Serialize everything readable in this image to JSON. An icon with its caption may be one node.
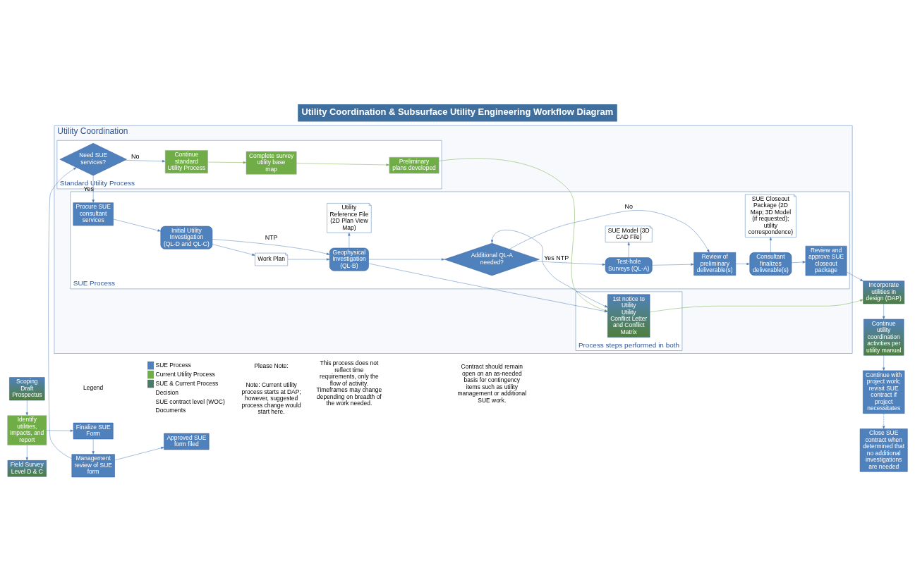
{
  "diagram": {
    "title": "Utility Coordination & Subsurface Utility Engineering Workflow Diagram",
    "nodes": [
      {
        "text": [
          "Scoping",
          "Draft Prospectus"
        ]
      },
      {
        "text": [
          "Identify utilities, impacts, and report"
        ]
      },
      {
        "text": [
          "Field Survey",
          "Level D & C"
        ]
      },
      {
        "text": [
          "Finalize SUE Form"
        ]
      },
      {
        "text": [
          "Management review of SUE form"
        ]
      },
      {
        "text": [
          "Approved SUE form filed"
        ]
      },
      {
        "text": [
          "Utility Coordination"
        ]
      },
      {
        "text": [
          "Standard Utility Process"
        ],
        "in": 6
      },
      {
        "text": [
          "Process steps performed in both"
        ],
        "in": 6
      },
      {
        "text": [
          "SUE Process"
        ],
        "in": 6
      },
      {
        "text": [
          "Need SUE services?"
        ],
        "in": 7
      },
      {
        "text": [
          "Continue standard Utility Process"
        ],
        "in": 7
      },
      {
        "text": [
          "Complete survey utility base map"
        ],
        "in": 7
      },
      {
        "text": [
          "Preliminary plans developed"
        ],
        "in": 7
      },
      {
        "text": [
          "1st notice to Utility",
          "Utility Conflict Letter and Conflict Matrix"
        ],
        "in": 8
      },
      {
        "text": [
          "Procure SUE consultant services"
        ],
        "in": 9
      },
      {
        "text": [
          "Initial Utility Investigation (QL-D and QL-C)"
        ],
        "in": 9
      },
      {
        "text": [
          "Work Plan"
        ],
        "in": 9
      },
      {
        "text": [
          "Geophysical Investigation (QL-B)"
        ],
        "in": 9
      },
      {
        "text": [
          "Utility Reference File (2D Plan View Map)"
        ],
        "in": 9
      },
      {
        "text": [
          "Additional QL-A needed?"
        ],
        "in": 9
      },
      {
        "text": [
          "Test-hole Surveys (QL-A)"
        ],
        "in": 9
      },
      {
        "text": [
          "SUE Model (3D CAD File)"
        ],
        "in": 9
      },
      {
        "text": [
          "Review of preliminary deliverable(s)"
        ],
        "in": 9
      },
      {
        "text": [
          "Consultant finalizes deliverable(s)"
        ],
        "in": 9
      },
      {
        "text": [
          "SUE Closeout Package (2D Map; 3D Model (if requested); utility correspondence)"
        ],
        "in": 9
      },
      {
        "text": [
          "Review and approve SUE closeout package"
        ],
        "in": 9
      },
      {
        "text": [
          "Incorporate utilities in design (DAP)"
        ]
      },
      {
        "text": [
          "Continue utility coordination activities per utility manual"
        ]
      },
      {
        "text": [
          "Continue with project work; revisit SUE contract if project necessitates"
        ]
      },
      {
        "text": [
          "Close SUE contract when determined that no additional investigations are needed"
        ]
      }
    ],
    "edges": [
      {
        "from": 0,
        "to": 1,
        "arrow": "to"
      },
      {
        "from": 1,
        "to": 2,
        "arrow": "to"
      },
      {
        "from": 1,
        "to": 3,
        "arrow": "to"
      },
      {
        "from": 3,
        "to": 4,
        "arrow": "to"
      },
      {
        "from": 4,
        "to": 5,
        "arrow": "to"
      },
      {
        "from": 4,
        "to": 10,
        "arrow": "to"
      },
      {
        "from": 10,
        "to": 11,
        "arrow": "to",
        "label": "No"
      },
      {
        "from": 11,
        "to": 12,
        "arrow": "to",
        "color": "#70ad47"
      },
      {
        "from": 12,
        "to": 13,
        "arrow": "to",
        "color": "#70ad47"
      },
      {
        "from": 13,
        "to": 14,
        "arrow": "to",
        "color": "#70ad47"
      },
      {
        "from": 10,
        "to": 15,
        "arrow": "to",
        "label": "Yes"
      },
      {
        "from": 15,
        "to": 16,
        "arrow": "to"
      },
      {
        "from": 16,
        "to": 18,
        "arrow": "to",
        "label": "NTP"
      },
      {
        "from": 16,
        "to": 17,
        "arrow": "to"
      },
      {
        "from": 17,
        "to": 18,
        "arrow": "to"
      },
      {
        "from": 18,
        "to": 14,
        "arrow": "to"
      },
      {
        "from": 18,
        "to": 19,
        "arrow": "to"
      },
      {
        "from": 18,
        "to": 20,
        "arrow": "to"
      },
      {
        "from": 20,
        "to": 14,
        "arrow": "both"
      },
      {
        "from": 20,
        "to": 21,
        "arrow": "to",
        "label": "Yes NTP"
      },
      {
        "from": 20,
        "to": 23,
        "arrow": "to",
        "label": "No"
      },
      {
        "from": 21,
        "to": 23,
        "arrow": "to"
      },
      {
        "from": 21,
        "to": 22,
        "arrow": "to"
      },
      {
        "from": 23,
        "to": 24,
        "arrow": "to"
      },
      {
        "from": 24,
        "to": 25,
        "arrow": "to"
      },
      {
        "from": 24,
        "to": 26,
        "arrow": "to"
      },
      {
        "from": 26,
        "to": 27,
        "arrow": "to"
      },
      {
        "from": 14,
        "to": 27,
        "arrow": "to",
        "color": "#70ad47"
      },
      {
        "from": 27,
        "to": 28,
        "arrow": "to"
      },
      {
        "from": 28,
        "to": 29,
        "arrow": "to"
      },
      {
        "from": 29,
        "to": 30,
        "arrow": "to",
        "style": "dashed"
      }
    ],
    "labels": [
      "Note: Current utility process starts at DAP; however, suggested process change would start here.",
      "Legend",
      "Please Note:",
      "This process does not reflect time requirements, only the flow of activity. Timeframes may change depending on breadth of the work needed.",
      "Contract should remain open on an as-needed basis for contingency items such as utility management or additional SUE work."
    ],
    "legend": [
      {
        "text": "SUE Process",
        "color": "#4f81bd"
      },
      {
        "text": "Current Utility Process",
        "color": "#70ad47"
      },
      {
        "text": "SUE & Current Process",
        "color": "#4a7a6a"
      },
      {
        "text": "Decision"
      },
      {
        "text": "SUE contract level (WOC)"
      },
      {
        "text": "Documents"
      }
    ]
  }
}
